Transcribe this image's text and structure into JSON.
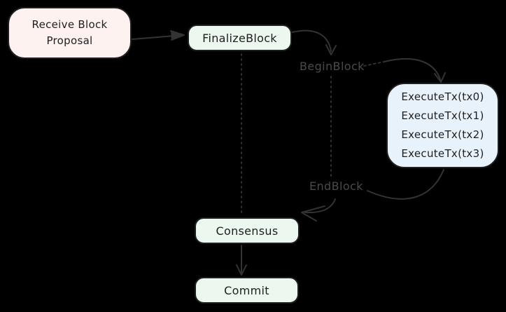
{
  "diagram": {
    "title_hint": "block finalization flow",
    "nodes": {
      "receive": {
        "label": "Receive Block Proposal"
      },
      "finalize": {
        "label": "FinalizeBlock"
      },
      "execute": {
        "lines": [
          "ExecuteTx(tx0)",
          "ExecuteTx(tx1)",
          "ExecuteTx(tx2)",
          "ExecuteTx(tx3)"
        ]
      },
      "consensus": {
        "label": "Consensus"
      },
      "commit": {
        "label": "Commit"
      }
    },
    "flow_labels": {
      "begin_block": "BeginBlock",
      "end_block": "EndBlock"
    },
    "edges": [
      "receive -> finalize (solid arrow)",
      "finalize -> begin_block (curved arrow)",
      "begin_block -> execute (dashed-start curved arrow)",
      "finalize -> consensus (dotted line)",
      "begin_block -> end_block (dotted line)",
      "execute -> end_block (curved line)",
      "end_block -> consensus (curved arrow)",
      "consensus -> commit (solid arrow)"
    ],
    "colors": {
      "background": "#000000",
      "stroke": "#333333",
      "dotted_stroke": "#3e3e3e",
      "flow_label_text": "#4a4a4a",
      "node_border": "#1f1f1f",
      "node_text": "#1e1e1e",
      "receive_fill": "#fdf2f0",
      "green_fill": "#ecf8ef",
      "execute_fill": "#e8f2fb"
    }
  }
}
